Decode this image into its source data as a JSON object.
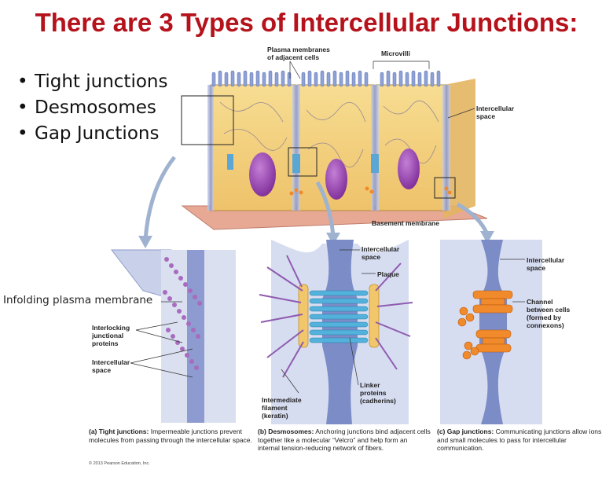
{
  "title": "There are 3 Types of Intercellular Junctions:",
  "bullets": [
    "Tight junctions",
    "Desmosomes",
    "Gap Junctions"
  ],
  "labels": {
    "plasma_membranes": [
      "Plasma membranes",
      "of adjacent cells"
    ],
    "microvilli": "Microvilli",
    "intercellular_space_top": [
      "Intercellular",
      "space"
    ],
    "basement_membrane": "Basement membrane",
    "infolding": "Infolding plasma membrane",
    "interlocking": [
      "Interlocking",
      "junctional",
      "proteins"
    ],
    "intercellular_space_a": [
      "Intercellular",
      "space"
    ],
    "intercellular_space_b": [
      "Intercellular",
      "space"
    ],
    "plaque": "Plaque",
    "linker": [
      "Linker",
      "proteins",
      "(cadherins)"
    ],
    "intermediate_filament": [
      "Intermediate",
      "filament",
      "(keratin)"
    ],
    "intercellular_space_c": [
      "Intercellular",
      "space"
    ],
    "channel": [
      "Channel",
      "between cells",
      "(formed by",
      "connexons)"
    ]
  },
  "captions": {
    "a_head": "(a) Tight junctions:",
    "a_body": "Impermeable junctions prevent molecules from passing through the intercellular space.",
    "b_head": "(b) Desmosomes:",
    "b_body": "Anchoring junctions bind adjacent cells together like a molecular “Velcro” and help form an internal tension-reducing network of fibers.",
    "c_head": "(c) Gap junctions:",
    "c_body": "Communicating junctions allow ions and small molecules to pass for intercellular communication."
  },
  "copyright": "© 2013 Pearson Education, Inc.",
  "colors": {
    "title": "#b5121b",
    "cytoplasm": "#f2cf7a",
    "nucleus": "#9b3fb3",
    "membrane": "#7d8cc4",
    "basement": "#e8b0a0",
    "channel": "#f08a2a"
  }
}
